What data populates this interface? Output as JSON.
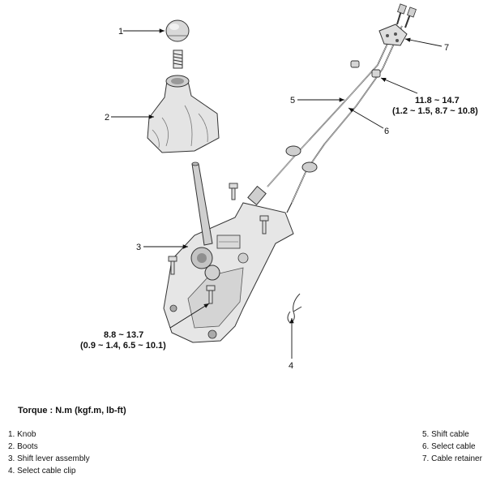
{
  "callouts": {
    "c1": "1",
    "c2": "2",
    "c3": "3",
    "c4": "4",
    "c5": "5",
    "c6": "6",
    "c7": "7"
  },
  "torque_top": {
    "line1": "11.8 ~ 14.7",
    "line2": "(1.2 ~ 1.5, 8.7 ~ 10.8)"
  },
  "torque_bottom": {
    "line1": "8.8 ~ 13.7",
    "line2": "(0.9 ~ 1.4, 6.5 ~ 10.1)"
  },
  "torque_title": "Torque : N.m (kgf.m, lb-ft)",
  "legend_left": [
    "1. Knob",
    "2. Boots",
    "3. Shift lever assembly",
    "4. Select cable clip"
  ],
  "legend_right": [
    "5. Shift cable",
    "6. Select cable",
    "7. Cable retainer"
  ]
}
